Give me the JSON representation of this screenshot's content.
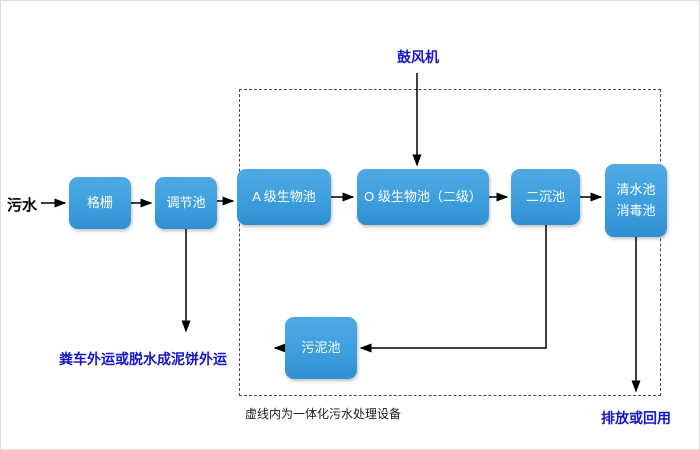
{
  "diagram": {
    "source_label": "污水",
    "blower_label": "鼓风机",
    "boxes": {
      "grid": "格栅",
      "regulation": "调节池",
      "a_bio": "A 级生物池",
      "o_bio": "O 级生物池（二级）",
      "secondary": "二沉池",
      "clearwater_line1": "清水池",
      "clearwater_line2": "消毒池",
      "sludge": "污泥池"
    },
    "notes": {
      "sludge_out": "粪车外运或脱水成泥饼外运",
      "dashed_caption": "虚线内为一体化污水处理设备",
      "discharge": "排放或回用"
    },
    "colors": {
      "box_fill": "#3E9FDE",
      "box_text": "#FFFFFF",
      "accent_blue_text": "#1515CC",
      "arrow": "#000000"
    }
  }
}
